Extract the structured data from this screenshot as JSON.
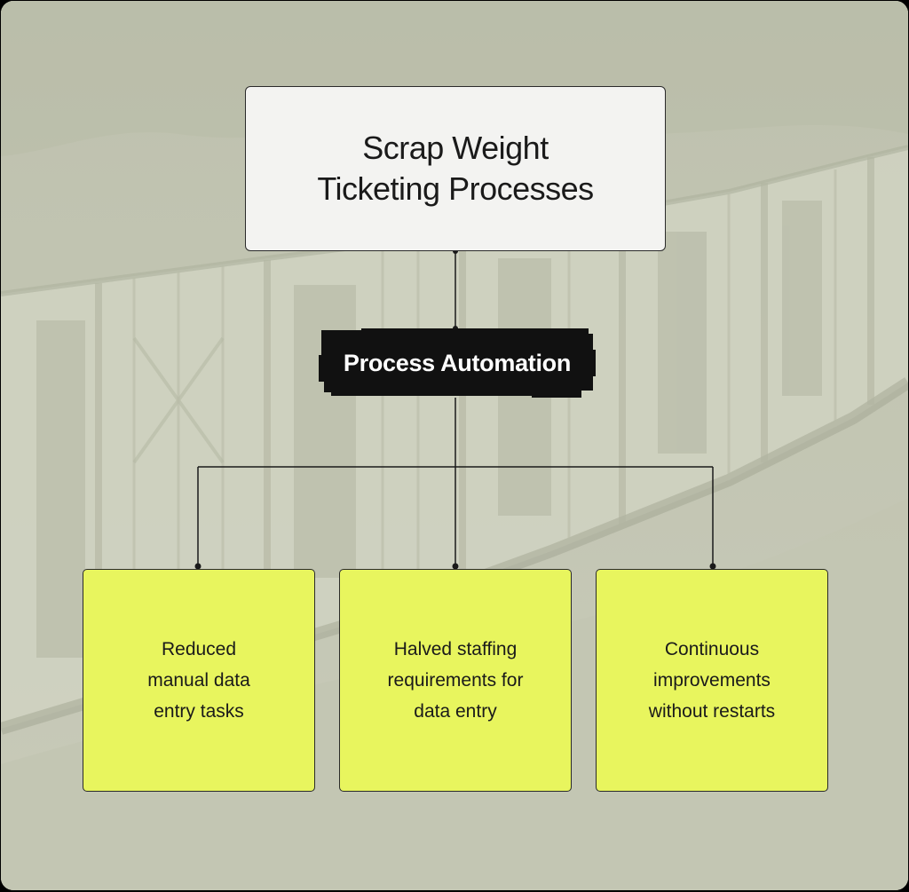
{
  "diagram": {
    "root": {
      "label": "Scrap Weight\nTicketing Processes"
    },
    "connector": {
      "label": "Process Automation"
    },
    "outcomes": [
      {
        "label": "Reduced\nmanual data\nentry tasks"
      },
      {
        "label": "Halved staffing\nrequirements for\ndata entry"
      },
      {
        "label": "Continuous\nimprovements\nwithout restarts"
      }
    ]
  },
  "colors": {
    "background": "#c9cbba",
    "root_fill": "#f3f3f1",
    "label_fill": "#111111",
    "outcome_fill": "#e8f55e",
    "line": "#1a1a1a"
  },
  "icons": {
    "backdrop": "train-boxcars-photo"
  }
}
